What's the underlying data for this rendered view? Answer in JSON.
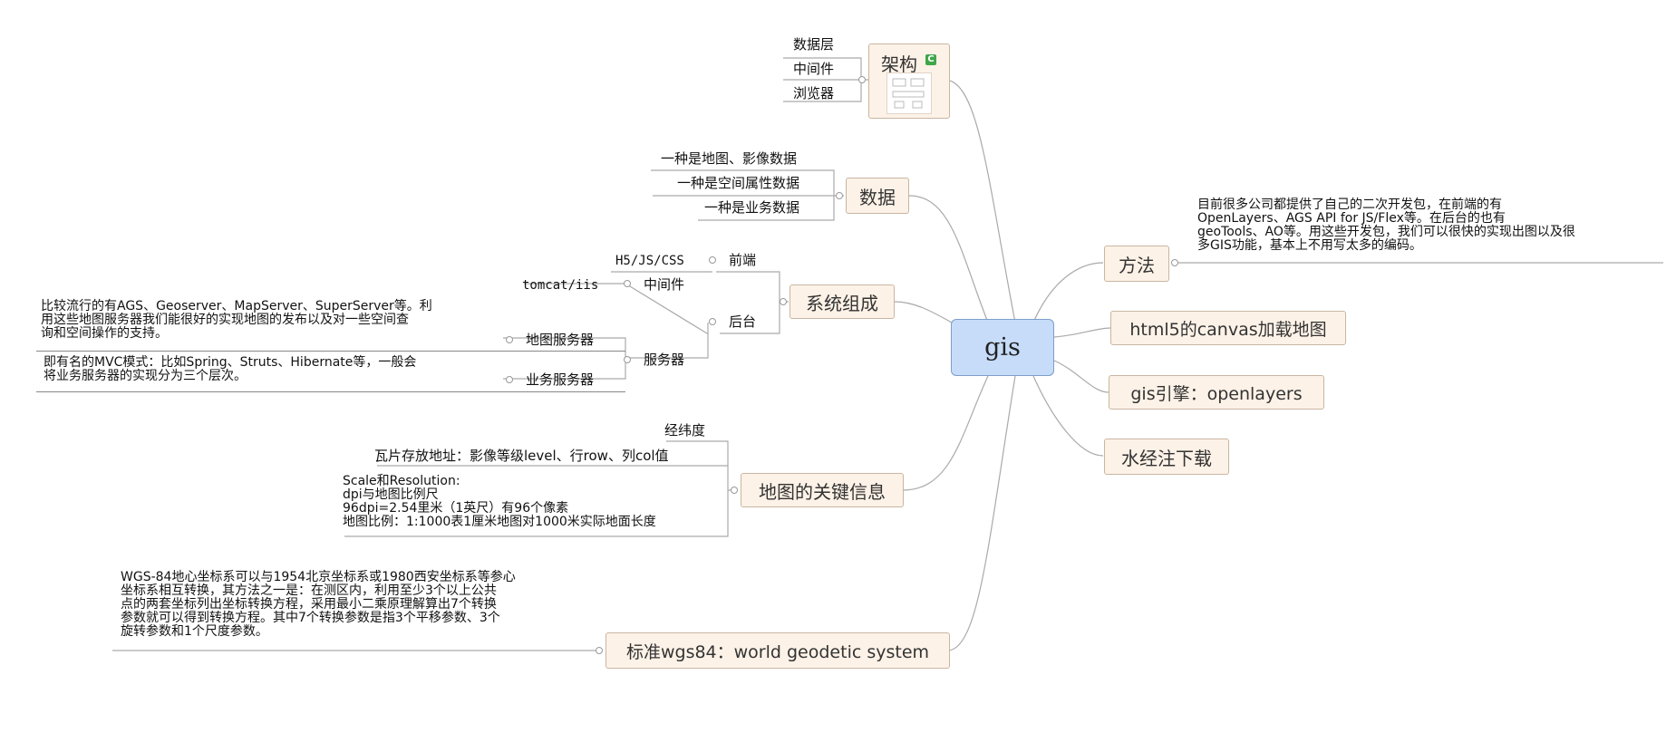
{
  "root": {
    "label": "gis"
  },
  "left": {
    "arch": {
      "label": "架构",
      "badge": "C",
      "items": [
        "数据层",
        "中间件",
        "浏览器"
      ]
    },
    "data": {
      "label": "数据",
      "items": [
        "一种是地图、影像数据",
        "一种是空间属性数据",
        "一种是业务数据"
      ]
    },
    "system": {
      "label": "系统组成",
      "frontend": {
        "label": "前端",
        "detail": "H5/JS/CSS"
      },
      "backend": {
        "label": "后台",
        "middleware": {
          "label": "中间件",
          "detail": "tomcat/iis"
        },
        "server": {
          "label": "服务器",
          "map_server": {
            "label": "地图服务器",
            "detail": "比较流行的有AGS、Geoserver、MapServer、SuperServer等。利\n用这些地图服务器我们能很好的实现地图的发布以及对一些空间查\n询和空间操作的支持。"
          },
          "biz_server": {
            "label": "业务服务器",
            "detail": "即有名的MVC模式：比如Spring、Struts、Hibernate等，一般会\n将业务服务器的实现分为三个层次。"
          }
        }
      }
    },
    "mapinfo": {
      "label": "地图的关键信息",
      "items": [
        "经纬度",
        "瓦片存放地址：影像等级level、行row、列col值"
      ],
      "scale": "Scale和Resolution:\ndpi与地图比例尺\n96dpi=2.54里米（1英尺）有96个像素\n地图比例：1:1000表1厘米地图对1000米实际地面长度"
    },
    "wgs": {
      "label": "标准wgs84：world geodetic system",
      "detail": "WGS-84地心坐标系可以与1954北京坐标系或1980西安坐标系等参心\n坐标系相互转换，其方法之一是：在测区内，利用至少3个以上公共\n点的两套坐标列出坐标转换方程，采用最小二乘原理解算出7个转换\n参数就可以得到转换方程。其中7个转换参数是指3个平移参数、3个\n旋转参数和1个尺度参数。"
    }
  },
  "right": {
    "method": {
      "label": "方法",
      "detail": "目前很多公司都提供了自己的二次开发包，在前端的有\nOpenLayers、AGS API for JS/Flex等。在后台的也有\ngeoTools、AO等。用这些开发包，我们可以很快的实现出图以及很\n多GIS功能，基本上不用写太多的编码。"
    },
    "canvas": {
      "label": "html5的canvas加载地图"
    },
    "engine": {
      "label": "gis引擎：openlayers"
    },
    "download": {
      "label": "水经注下载"
    }
  },
  "colors": {
    "root_fill": "#c7dcf9",
    "node_fill": "#fdf2e7",
    "line": "#aaaaaa"
  }
}
